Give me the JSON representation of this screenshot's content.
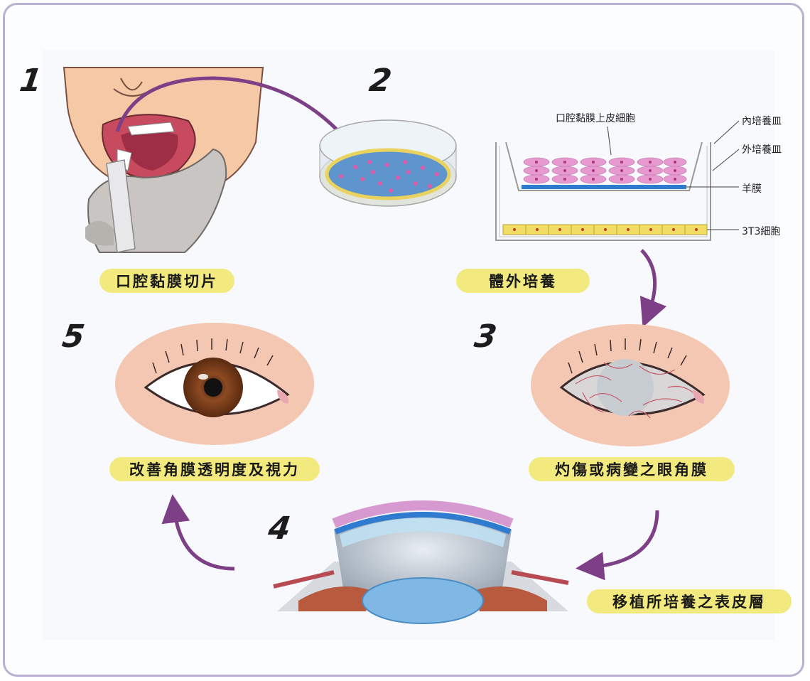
{
  "steps": {
    "s1": {
      "number": "1",
      "caption": "口腔黏膜切片"
    },
    "s2": {
      "number": "2",
      "caption": "體外培養"
    },
    "s3": {
      "number": "3",
      "caption": "灼傷或病變之眼角膜"
    },
    "s4": {
      "number": "4",
      "caption": "移植所培養之表皮層"
    },
    "s5": {
      "number": "5",
      "caption": "改善角膜透明度及視力"
    }
  },
  "culture_labels": {
    "oral_cells": "口腔黏膜上皮細胞",
    "inner_dish": "內培養皿",
    "outer_dish": "外培養皿",
    "amnion": "羊膜",
    "feeder_cells": "3T3細胞"
  },
  "colors": {
    "frame": "#b9b1d3",
    "arrow": "#7d3f86",
    "caption_pill": "#f2ea7e",
    "oral_cell": "#e79ad0",
    "amnion": "#2f7bd0",
    "feeder": "#f1dd63"
  }
}
